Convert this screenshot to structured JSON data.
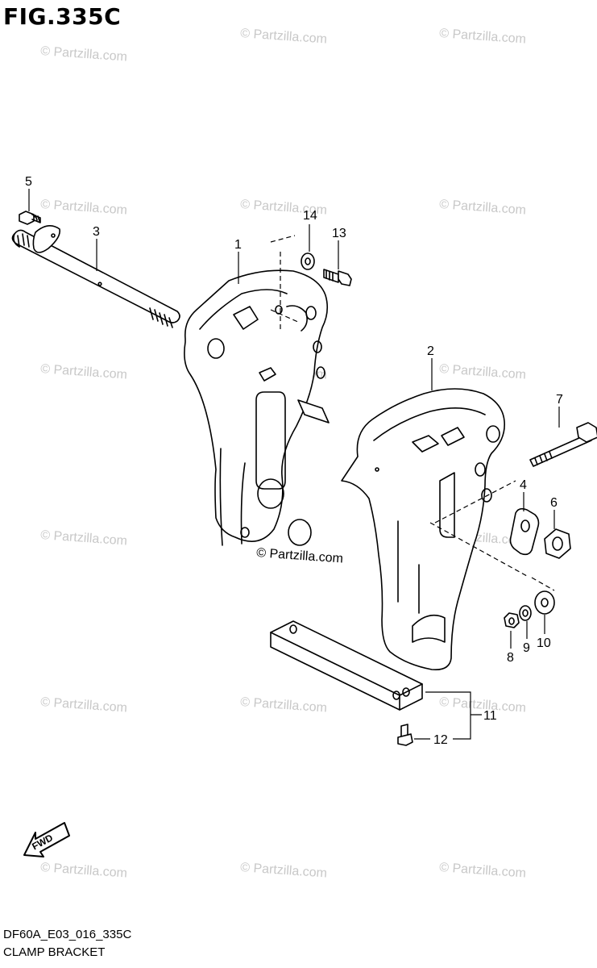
{
  "figure": {
    "title": "FIG.335C",
    "code": "DF60A_E03_016_335C",
    "name": "CLAMP BRACKET"
  },
  "watermark": "© Partzilla.com",
  "orientation_label": "FWD",
  "callouts": [
    {
      "id": "c1",
      "label": "1"
    },
    {
      "id": "c2",
      "label": "2"
    },
    {
      "id": "c3",
      "label": "3"
    },
    {
      "id": "c4",
      "label": "4"
    },
    {
      "id": "c5",
      "label": "5"
    },
    {
      "id": "c6",
      "label": "6"
    },
    {
      "id": "c7",
      "label": "7"
    },
    {
      "id": "c8",
      "label": "8"
    },
    {
      "id": "c9",
      "label": "9"
    },
    {
      "id": "c10",
      "label": "10"
    },
    {
      "id": "c11",
      "label": "11"
    },
    {
      "id": "c12",
      "label": "12"
    },
    {
      "id": "c13",
      "label": "13"
    },
    {
      "id": "c14",
      "label": "14"
    }
  ],
  "colors": {
    "line": "#000000",
    "watermark": "#c8c8c8",
    "background": "#ffffff"
  }
}
